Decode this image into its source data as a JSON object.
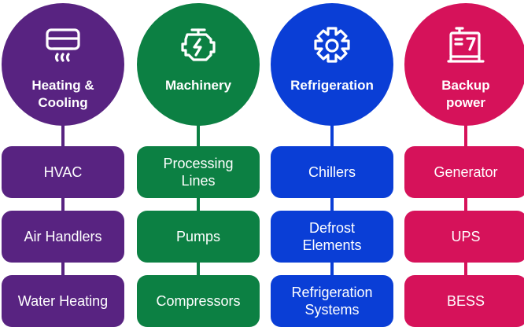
{
  "colors": {
    "heating_cooling": "#582381",
    "machinery": "#0c8043",
    "refrigeration": "#0a3ed6",
    "backup_power": "#d6125a"
  },
  "columns": [
    {
      "title": "Heating &\nCooling",
      "icon": "air-conditioner-icon",
      "items": [
        "HVAC",
        "Air Handlers",
        "Water Heating"
      ]
    },
    {
      "title": "Machinery",
      "icon": "engine-icon",
      "items": [
        "Processing\nLines",
        "Pumps",
        "Compressors"
      ]
    },
    {
      "title": "Refrigeration",
      "icon": "snowflake-icon",
      "items": [
        "Chillers",
        "Defrost\nElements",
        "Refrigeration\nSystems"
      ]
    },
    {
      "title": "Backup\npower",
      "icon": "generator-icon",
      "items": [
        "Generator",
        "UPS",
        "BESS"
      ]
    }
  ]
}
